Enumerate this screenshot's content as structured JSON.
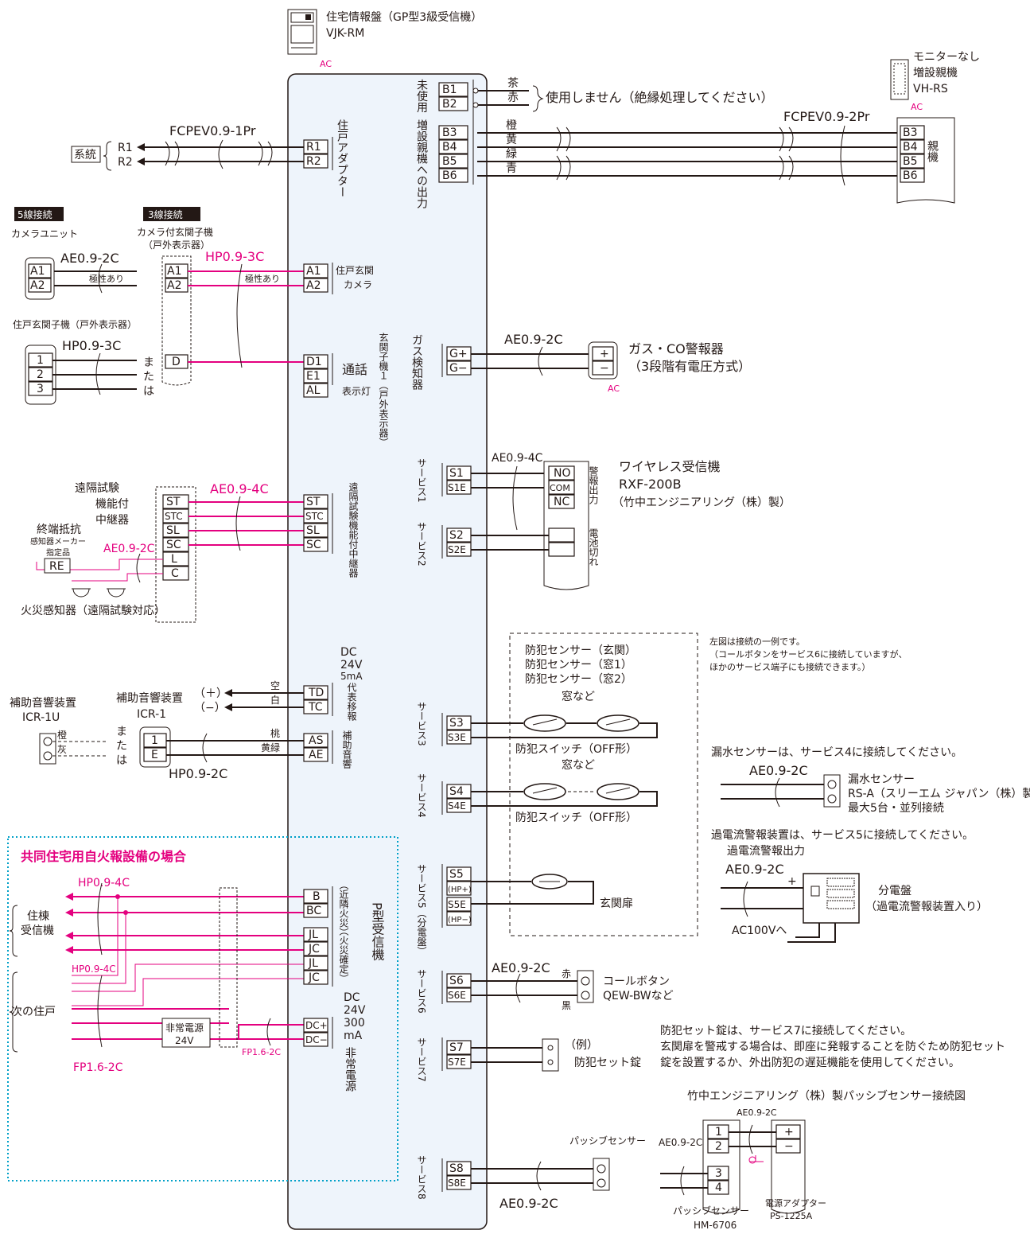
{
  "colors": {
    "wire": "#231815",
    "pink": "#e4007f",
    "panel_fill": "#eef4fb",
    "dotted_box": "#00a0c8"
  },
  "top": {
    "panel_name": "住宅情報盤（GP型3級受信機）",
    "panel_model": "VJK-RM",
    "ac": "AC",
    "monitor_none": "モニターなし",
    "ext_master": "増設親機",
    "ext_model": "VH-RS"
  },
  "unused": {
    "label_1": "未",
    "label_2": "使",
    "label_3": "用",
    "wire_brown": "茶",
    "wire_red": "赤",
    "not_used": "使用しません（絶縁処理してください）"
  },
  "ext_out": {
    "label": "増設親機への出力",
    "cable": "FCPEV0.9-2Pr",
    "wire_orange": "橙",
    "wire_yellow": "黄",
    "wire_green": "緑",
    "wire_blue": "青",
    "master_label": "親機"
  },
  "dwelling": {
    "label": "住戸アダプター",
    "cable": "FCPEV0.9-1Pr",
    "system": "系統"
  },
  "left_top": {
    "five_wire": "5線接続",
    "three_wire": "3線接続",
    "camera_unit": "カメラユニット",
    "camera_door": "カメラ付玄関子機",
    "outdoor_display": "（戸外表示器）",
    "cable_ae": "AE0.9-2C",
    "cable_hp_pink": "HP0.9-3C",
    "polarity": "極性あり",
    "door_unit": "住戸玄関子機（戸外表示器）",
    "cable_hp": "HP0.9-3C",
    "or_1": "ま",
    "or_2": "た",
    "or_3": "は",
    "entrance_camera_1": "住戸玄関",
    "entrance_camera_2": "カメラ",
    "talk": "通話",
    "indicator": "表示灯",
    "door_unit_side": "玄関子機１（戸外表示器）"
  },
  "gas": {
    "side_label": "ガス検知器",
    "cable": "AE0.9-2C",
    "device": "ガス・CO警報器",
    "device_note": "（3段階有電圧方式）"
  },
  "remote": {
    "relay_1": "遠隔試験",
    "relay_2": "機能付",
    "relay_3": "中継器",
    "cable": "AE0.9-4C",
    "terminator": "終端抵抗",
    "terminator_note_1": "感知器メーカー",
    "terminator_note_2": "指定品",
    "cable_small": "AE0.9-2C",
    "fire_sensor": "火災感知器（遠隔試験対応）",
    "side_label": "遠隔試験機能付中継器"
  },
  "service1": {
    "side_label": "サービス1",
    "cable": "AE0.9-4C",
    "receiver": "ワイヤレス受信機",
    "model": "RXF-200B",
    "maker": "（竹中エンジニアリング（株）製）",
    "alarm_out": "警報出力"
  },
  "service2": {
    "side_label": "サービス2",
    "battery": "電池切れ"
  },
  "rep_transfer": {
    "dc_1": "DC",
    "dc_2": "24V",
    "dc_3": "5mA",
    "side_label": "代表移報",
    "aux_sound": "補助音響装置",
    "aux_u": "補助音響装置",
    "aux_u_model": "ICR-1U",
    "aux_model": "ICR-1",
    "plus": "（＋）",
    "minus": "（−）",
    "wire_empty": "空",
    "wire_white": "白",
    "wire_peach": "桃",
    "wire_yg": "黄緑",
    "wire_orange": "橙",
    "wire_gray": "灰",
    "aux_side": "補助音響",
    "cable": "HP0.9-2C"
  },
  "note_right": {
    "line1": "左図は接続の一例です。",
    "line2": "（コールボタンをサービス6に接続していますが、",
    "line3": "ほかのサービス端子にも接続できます。）"
  },
  "security": {
    "sensor_1": "防犯センサー（玄関）",
    "sensor_2": "防犯センサー（窓1）",
    "sensor_3": "防犯センサー（窓2）",
    "window_1": "窓など",
    "window_2": "窓など",
    "switch_1": "防犯スイッチ（OFF形）",
    "switch_2": "防犯スイッチ（OFF形）",
    "entrance_door": "玄関扉",
    "service3": "サービス3",
    "service4": "サービス4",
    "service5": "サービス5（分電盤）"
  },
  "water": {
    "note": "漏水センサーは、サービス4に接続してください。",
    "cable": "AE0.9-2C",
    "device": "漏水センサー",
    "model": "RS-A（スリーエム ジャパン（株）製）",
    "limit": "最大5台・並列接続"
  },
  "overcurrent": {
    "note": "過電流警報装置は、サービス5に接続してください。",
    "out": "過電流警報出力",
    "cable": "AE0.9-2C",
    "panel": "分電盤",
    "panel_note": "（過電流警報装置入り）",
    "ac": "AC100Vへ",
    "plus": "+"
  },
  "shared": {
    "title": "共同住宅用自火報設備の場合",
    "cable_hp4": "HP0.9-4C",
    "cable_hp4b": "HP0.9-4C",
    "cable_fp": "FP1.6-2C",
    "cable_fp_small": "FP1.6-2C",
    "building_1": "住棟",
    "building_2": "受信機",
    "next_unit": "次の住戸",
    "emergency_1": "非常電源",
    "emergency_2": "24V",
    "neighbor": "（近隣火災）",
    "fire_confirm": "（火災確定）",
    "p_type": "P型受信機",
    "dc_1": "DC",
    "dc_2": "24V",
    "dc_3": "300",
    "dc_4": "mA",
    "emerg_power": "非常電源"
  },
  "service6": {
    "side_label": "サービス6",
    "cable": "AE0.9-2C",
    "wire_red": "赤",
    "wire_black": "黒",
    "button": "コールボタン",
    "model": "QEW-BWなど"
  },
  "service7": {
    "side_label": "サービス7",
    "note1": "防犯セット錠は、サービス7に接続してください。",
    "note2": "玄関扉を警戒する場合は、即座に発報することを防ぐため防犯セット",
    "note3": "錠を設置するか、外出防犯の遅延機能を使用してください。",
    "example": "（例）",
    "lock": "防犯セット錠"
  },
  "service8": {
    "side_label": "サービス8",
    "sensor": "パッシブセンサー",
    "cable": "AE0.9-2C"
  },
  "passive_diagram": {
    "title": "竹中エンジニアリング（株）製パッシブセンサー接続図",
    "cable_top": "AE0.9-2C",
    "cable_left": "AE0.9-2C",
    "sensor": "パッシブセンサー",
    "model": "HM-6706",
    "adapter": "電源アダプター",
    "adapter_model": "PS-1225A",
    "plus": "+",
    "minus": "−"
  },
  "terminals": {
    "b1": "B1",
    "b2": "B2",
    "b3": "B3",
    "b4": "B4",
    "b5": "B5",
    "b6": "B6",
    "r1": "R1",
    "r2": "R2",
    "a1": "A1",
    "a2": "A2",
    "d": "D",
    "d1": "D1",
    "e1": "E1",
    "al": "AL",
    "n1": "1",
    "n2": "2",
    "n3": "3",
    "n4": "4",
    "gp": "G+",
    "gm": "G−",
    "st": "ST",
    "stc": "STC",
    "sl": "SL",
    "sc": "SC",
    "l": "L",
    "c": "C",
    "re": "RE",
    "s1": "S1",
    "s1e": "S1E",
    "s2": "S2",
    "s2e": "S2E",
    "no": "NO",
    "com": "COM",
    "nc": "NC",
    "td": "TD",
    "tc": "TC",
    "as": "AS",
    "ae": "AE",
    "e": "E",
    "s3": "S3",
    "s3e": "S3E",
    "s4": "S4",
    "s4e": "S4E",
    "s5": "S5",
    "hpp": "(HP+)",
    "s5e": "S5E",
    "hpm": "(HP−)",
    "s6": "S6",
    "s6e": "S6E",
    "s7": "S7",
    "s7e": "S7E",
    "s8": "S8",
    "s8e": "S8E",
    "b": "B",
    "bc": "BC",
    "jl": "JL",
    "jc": "JC",
    "dcp": "DC+",
    "dcm": "DC−",
    "plus": "+",
    "minus": "−"
  }
}
